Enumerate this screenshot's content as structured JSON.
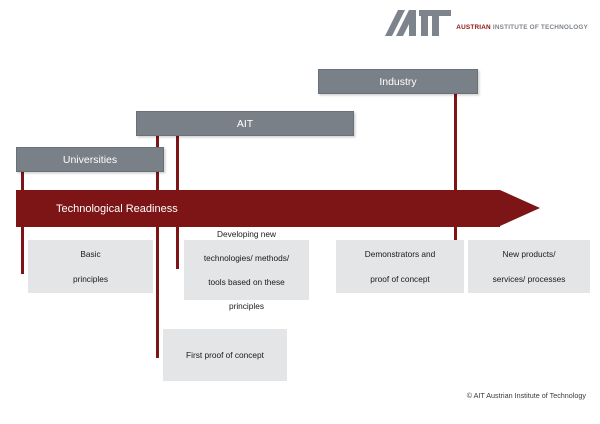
{
  "logo": {
    "mark_text": "AIT",
    "tagline_strong": "AUSTRIAN",
    "tagline_rest": " INSTITUTE",
    "tagline_line2": "OF TECHNOLOGY",
    "mark_color": "#7e848c",
    "accent_color": "#8c1113"
  },
  "colors": {
    "banner_red": "#7d1416",
    "actor_gray": "#7a8087",
    "stage_gray": "#e3e5e7",
    "connector_red": "#7d1416",
    "background": "#ffffff"
  },
  "actors": [
    {
      "label": "Universities"
    },
    {
      "label": "AIT"
    },
    {
      "label": "Industry"
    }
  ],
  "banner": {
    "label": "Technological Readiness"
  },
  "stages": [
    {
      "lines": [
        "Basic",
        "principles"
      ]
    },
    {
      "lines": [
        "Developing new",
        "technologies/ methods/",
        "tools based on these",
        "principles"
      ]
    },
    {
      "lines": [
        "Demonstrators and",
        "proof of concept"
      ]
    },
    {
      "lines": [
        "New products/",
        "services/ processes"
      ]
    }
  ],
  "sub_stage": {
    "lines": [
      "First proof of concept"
    ]
  },
  "footer": {
    "copyright": "© AIT Austrian Institute of Technology"
  }
}
